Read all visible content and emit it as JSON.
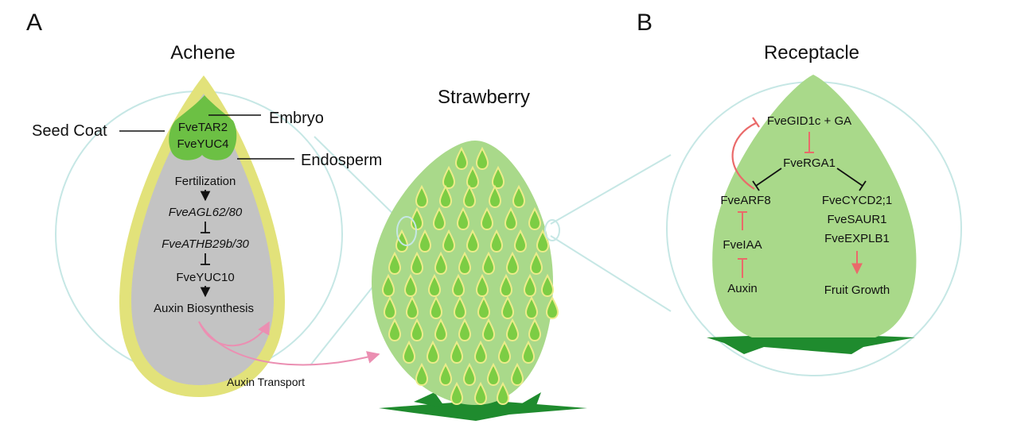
{
  "panel_a": {
    "letter": "A",
    "title": "Achene",
    "labels": {
      "seed_coat": "Seed Coat",
      "embryo": "Embryo",
      "endosperm": "Endosperm",
      "auxin_transport": "Auxin Transport"
    },
    "embryo_genes": [
      "FveTAR2",
      "FveYUC4"
    ],
    "pathway": [
      "Fertilization",
      "FveAGL62/80",
      "FveATHB29b/30",
      "FveYUC10",
      "Auxin Biosynthesis"
    ]
  },
  "center": {
    "title": "Strawberry"
  },
  "panel_b": {
    "letter": "B",
    "title": "Receptacle",
    "nodes": {
      "gid": "FveGID1c + GA",
      "rga": "FveRGA1",
      "arf": "FveARF8",
      "iaa": "FveIAA",
      "auxin": "Auxin",
      "growth_genes": [
        "FveCYCD2;1",
        "FveSAUR1",
        "FveEXPLB1"
      ],
      "growth": "Fruit Growth"
    }
  },
  "colors": {
    "seed_coat": "#e2e27a",
    "endosperm": "#c3c3c3",
    "embryo": "#6cc044",
    "fruit": "#a9d98a",
    "achene_seed": "#7ccd44",
    "achene_rim": "#ecec8a",
    "leaf": "#1f8b2e",
    "lens": "#c6e7e5",
    "inhibit_red": "#ea6a6a",
    "transport_pink": "#eb8fb2"
  }
}
